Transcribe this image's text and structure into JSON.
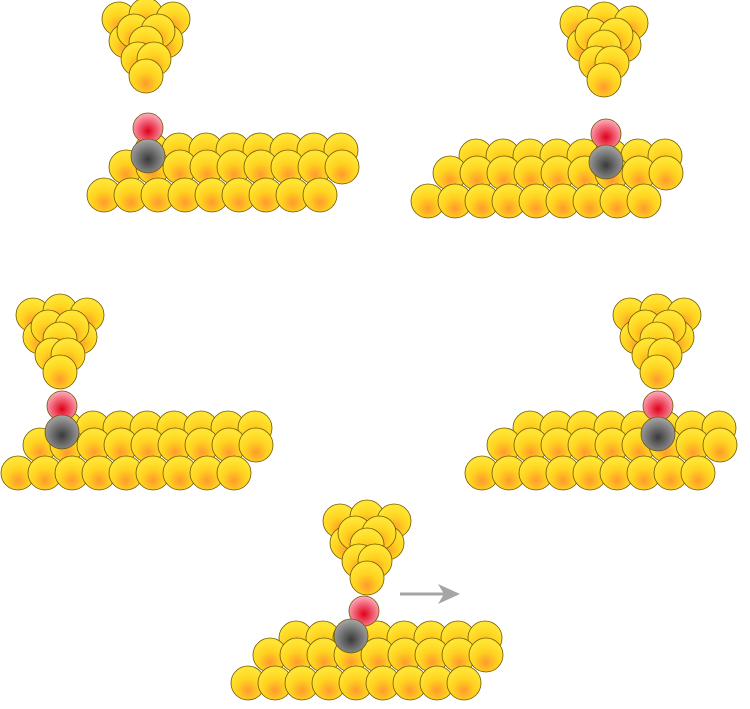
{
  "figure": {
    "panels": [
      {
        "id": "panel-1",
        "label": ""
      },
      {
        "id": "panel-2",
        "label": ""
      },
      {
        "id": "panel-3",
        "label": ""
      },
      {
        "id": "panel-4",
        "label": ""
      },
      {
        "id": "panel-5",
        "label": ""
      }
    ],
    "atom_colors": {
      "gold_center": "#ff9a2e",
      "gold_mid": "#ffd21f",
      "gold_edge": "#ffe433",
      "gold_stroke": "#6e5600",
      "carbon_center": "#3a3a3a",
      "carbon_edge": "#a9a9a9",
      "oxygen_center": "#e0001b",
      "oxygen_edge": "#ffb1c0",
      "arrow": "#a5a5a8"
    },
    "icons": {
      "arrow": "right-arrow-icon"
    }
  }
}
